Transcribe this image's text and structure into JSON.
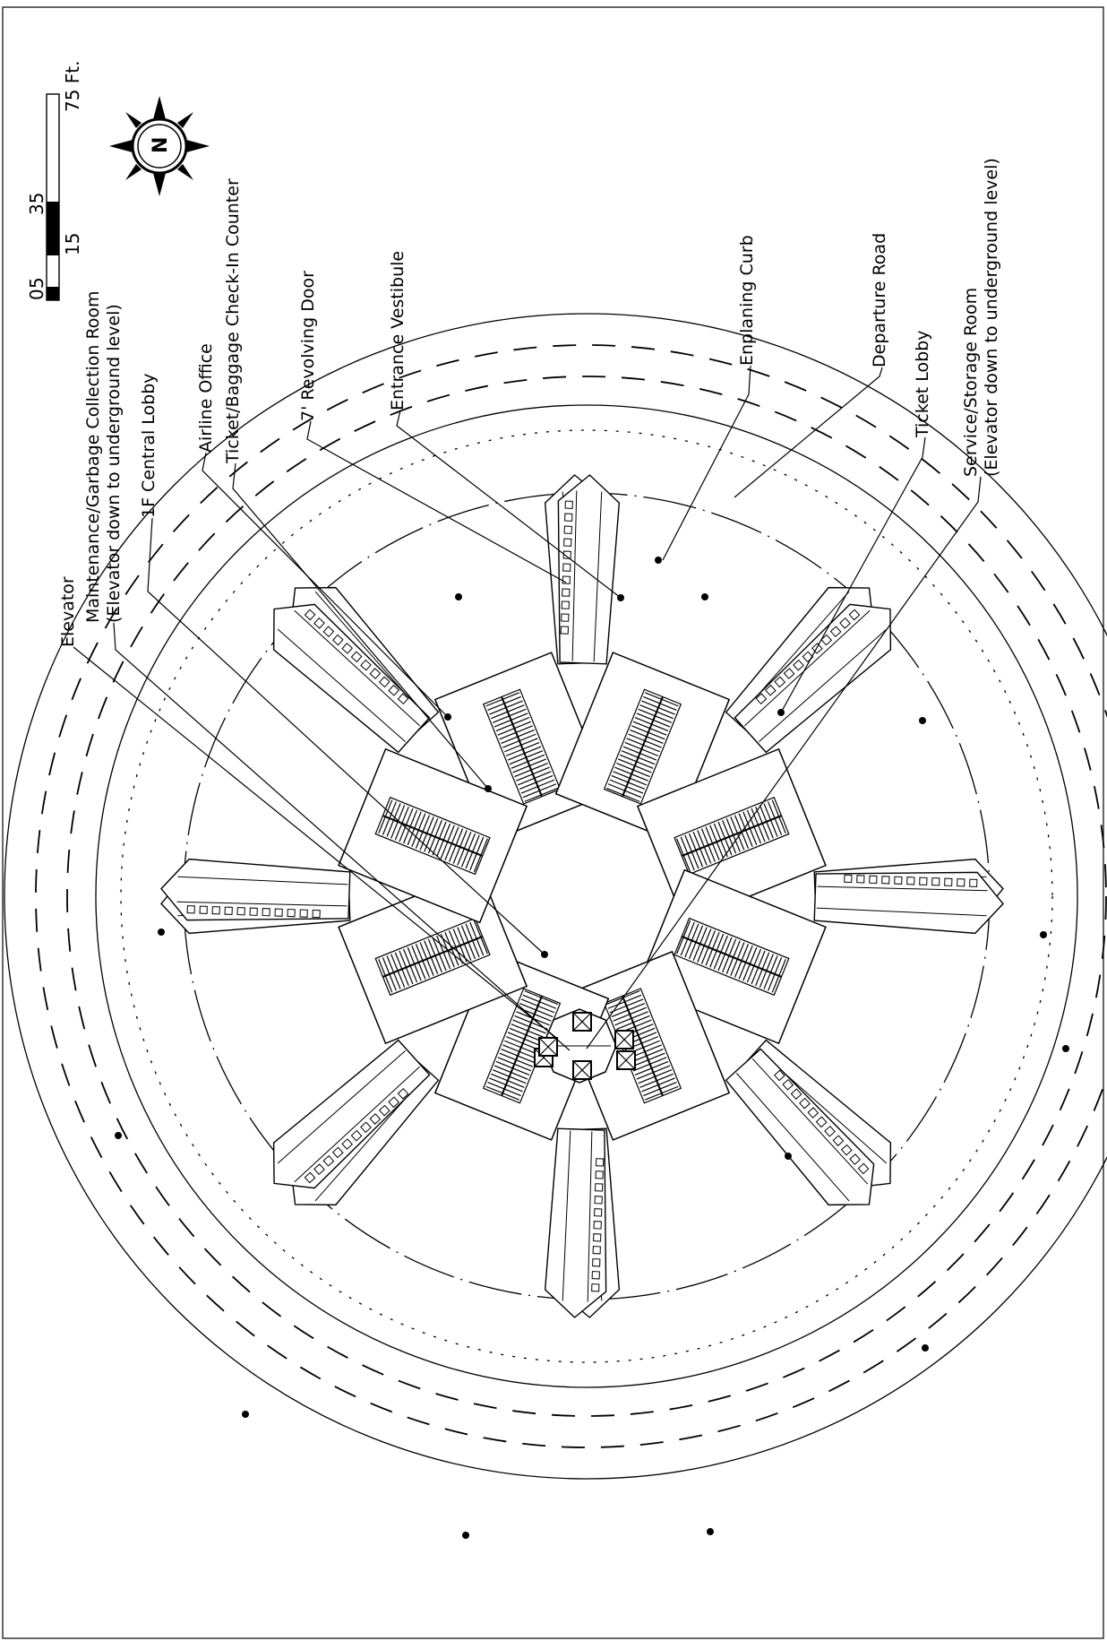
{
  "scale_bar": {
    "ticks": [
      "0",
      "5",
      "15",
      "35",
      "75 Ft."
    ]
  },
  "compass": {
    "north_label": "N"
  },
  "labels": [
    {
      "id": "elevator",
      "lines": [
        "Elevator"
      ]
    },
    {
      "id": "maintenance",
      "lines": [
        "Maintenance/Garbage Collection Room",
        "(Elevator down to underground level)"
      ]
    },
    {
      "id": "central-lobby",
      "lines": [
        "1F Central Lobby"
      ]
    },
    {
      "id": "airline-office",
      "lines": [
        "Airline Office"
      ]
    },
    {
      "id": "check-in",
      "lines": [
        "Ticket/Baggage Check-In Counter"
      ]
    },
    {
      "id": "revolving-door",
      "lines": [
        "7' Revolving Door"
      ]
    },
    {
      "id": "entrance-vestibule",
      "lines": [
        "Entrance Vestibule"
      ]
    },
    {
      "id": "enplaning-curb",
      "lines": [
        "Enplaning Curb"
      ]
    },
    {
      "id": "departure-road",
      "lines": [
        "Departure Road"
      ]
    },
    {
      "id": "ticket-lobby",
      "lines": [
        "Ticket Lobby"
      ]
    },
    {
      "id": "service-storage",
      "lines": [
        "Service/Storage Room",
        "(Elevator down to underground level)"
      ]
    }
  ]
}
